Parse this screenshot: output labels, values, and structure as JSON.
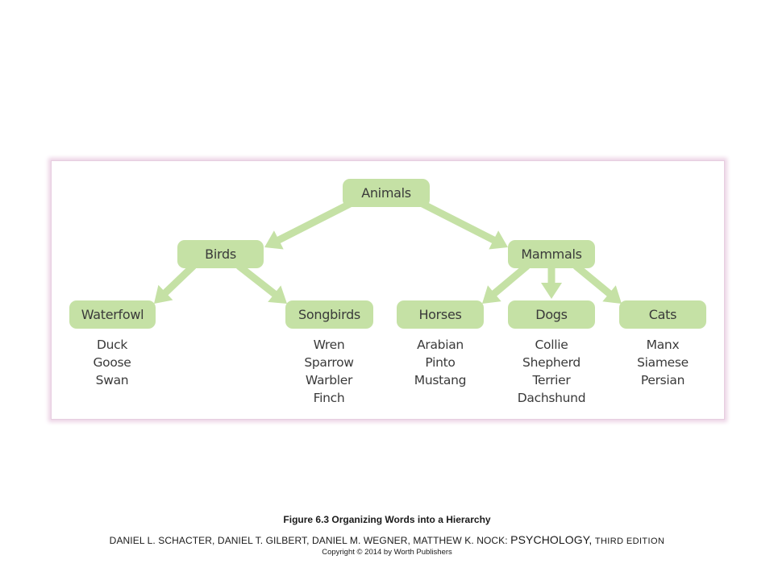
{
  "diagram": {
    "root": "Animals",
    "level1": [
      "Birds",
      "Mammals"
    ],
    "birds": {
      "waterfowl": {
        "label": "Waterfowl",
        "members": [
          "Duck",
          "Goose",
          "Swan"
        ]
      },
      "songbirds": {
        "label": "Songbirds",
        "members": [
          "Wren",
          "Sparrow",
          "Warbler",
          "Finch"
        ]
      }
    },
    "mammals": {
      "horses": {
        "label": "Horses",
        "members": [
          "Arabian",
          "Pinto",
          "Mustang"
        ]
      },
      "dogs": {
        "label": "Dogs",
        "members": [
          "Collie",
          "Shepherd",
          "Terrier",
          "Dachshund"
        ]
      },
      "cats": {
        "label": "Cats",
        "members": [
          "Manx",
          "Siamese",
          "Persian"
        ]
      }
    },
    "colors": {
      "node_fill": "#c5e1a5",
      "arrow": "#c5e1a5",
      "panel_border": "#e7cde0",
      "text": "#3a3a3a"
    }
  },
  "caption": {
    "figure": "Figure 6.3  Organizing Words into a Hierarchy",
    "authors": "DANIEL L. SCHACTER,  DANIEL T. GILBERT,  DANIEL M. WEGNER,  MATTHEW K. NOCK:",
    "book": "PSYCHOLOGY,",
    "edition": "third edition",
    "copyright": "Copyright © 2014 by Worth Publishers"
  }
}
